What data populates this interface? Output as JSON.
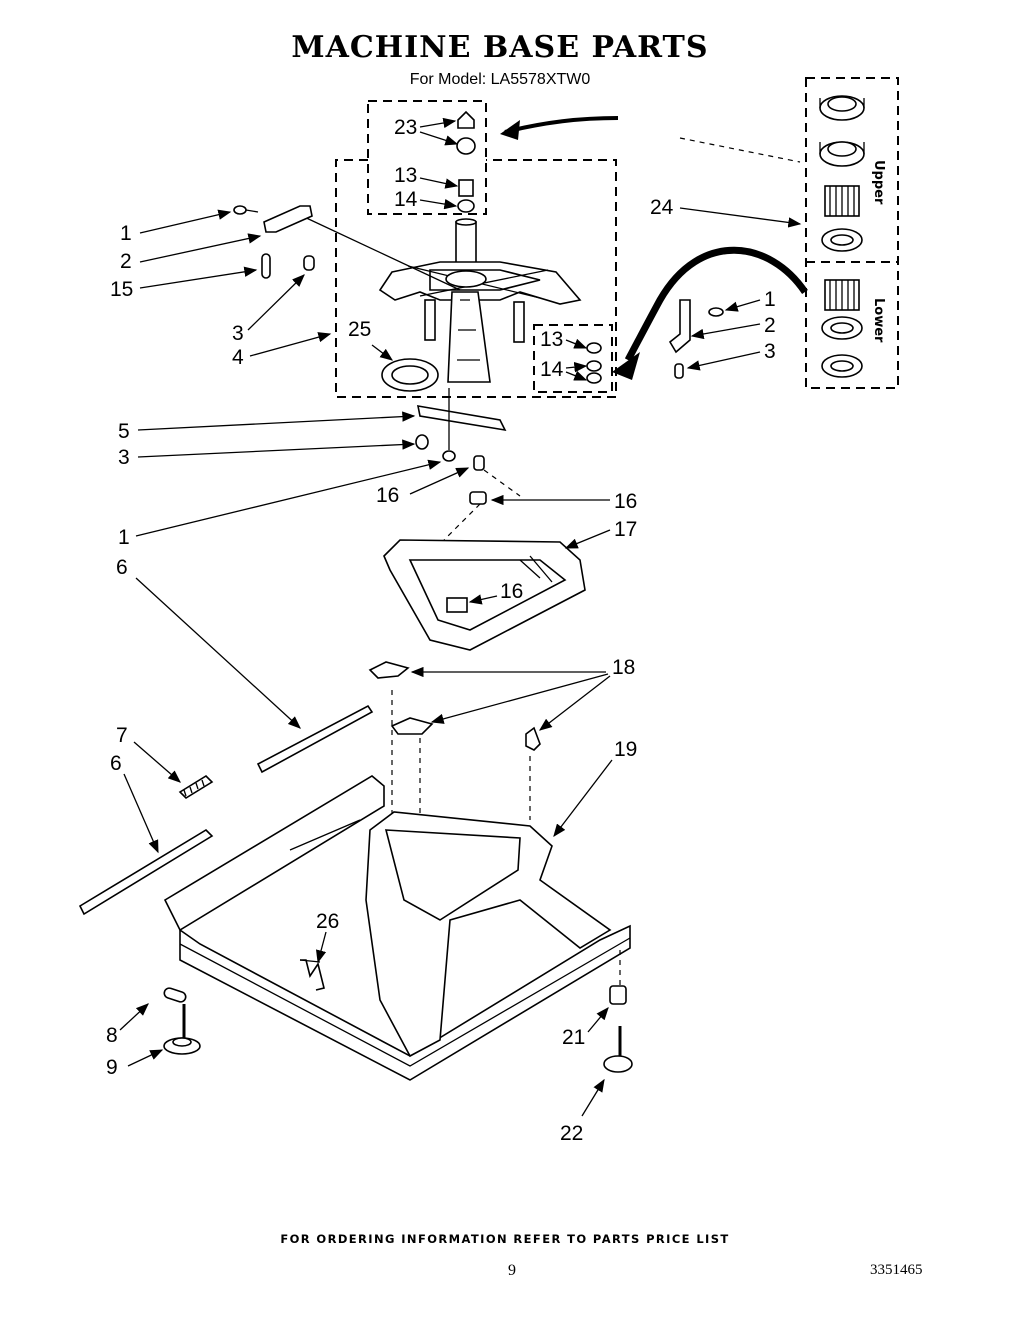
{
  "title": "MACHINE BASE PARTS",
  "subtitle": "For Model: LA5578XTW0",
  "footer": "FOR ORDERING INFORMATION REFER TO PARTS PRICE LIST",
  "page_number": "9",
  "document_number": "3351465",
  "bearing_kit": {
    "upper_label": "Upper",
    "lower_label": "Lower"
  },
  "callouts": {
    "c23": "23",
    "c13a": "13",
    "c14a": "14",
    "c24": "24",
    "c1a": "1",
    "c2a": "2",
    "c15": "15",
    "c3a": "3",
    "c4": "4",
    "c25": "25",
    "c1b": "1",
    "c2b": "2",
    "c3b": "3",
    "c13b": "13",
    "c14b": "14",
    "c5": "5",
    "c3c": "3",
    "c16a": "16",
    "c16b": "16",
    "c1c": "1",
    "c17": "17",
    "c6a": "6",
    "c16c": "16",
    "c18": "18",
    "c7": "7",
    "c6b": "6",
    "c19": "19",
    "c26": "26",
    "c8": "8",
    "c9": "9",
    "c21": "21",
    "c22": "22"
  }
}
